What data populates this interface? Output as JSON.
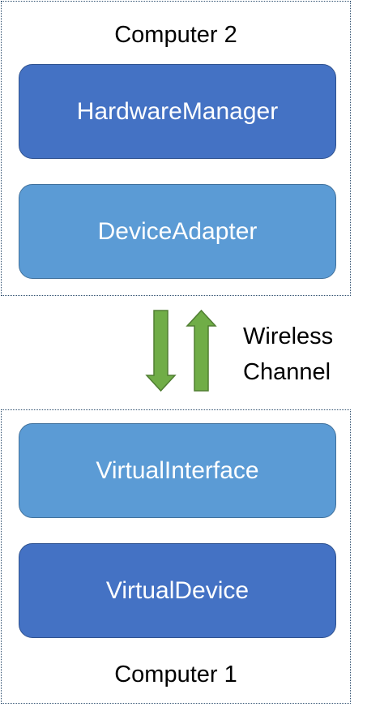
{
  "colors": {
    "dark_fill": "#4472C4",
    "dark_border": "#2F528F",
    "light_fill": "#5B9BD5",
    "light_border": "#41719C",
    "arrow_fill": "#70AD47",
    "arrow_border": "#507E32",
    "container_border": "#2F4F6F"
  },
  "computer_2": {
    "label": "Computer 2",
    "blocks": [
      {
        "label": "HardwareManager"
      },
      {
        "label": "DeviceAdapter"
      }
    ]
  },
  "computer_1": {
    "label": "Computer 1",
    "blocks": [
      {
        "label": "VirtualInterface"
      },
      {
        "label": "VirtualDevice"
      }
    ]
  },
  "channel": {
    "line1": "Wireless",
    "line2": "Channel"
  }
}
